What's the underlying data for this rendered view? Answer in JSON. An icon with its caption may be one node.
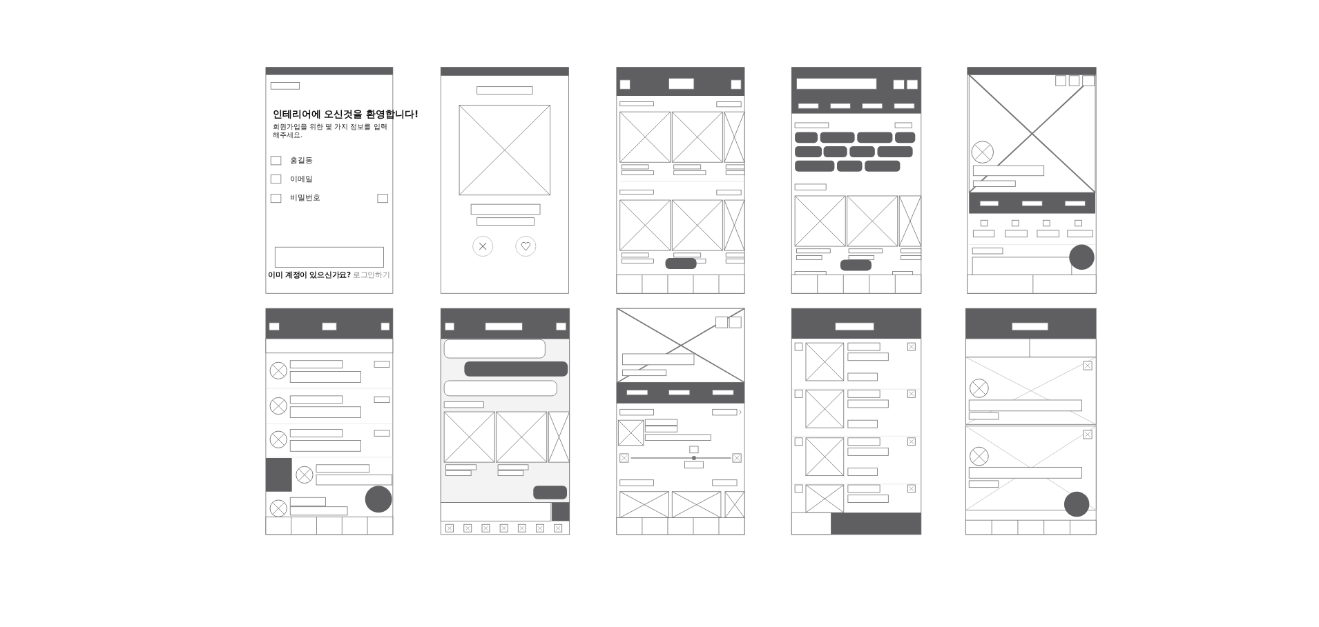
{
  "diagram": {
    "labels": [
      "인테리어에 오신것을 환영합니다!",
      "회원가입을 위한 몇 가지 정보를 입력해주세요.",
      "홍길동",
      "이메일",
      "비밀번호",
      "**이미 계정이 있으신가요?** 로그인하기"
    ]
  }
}
